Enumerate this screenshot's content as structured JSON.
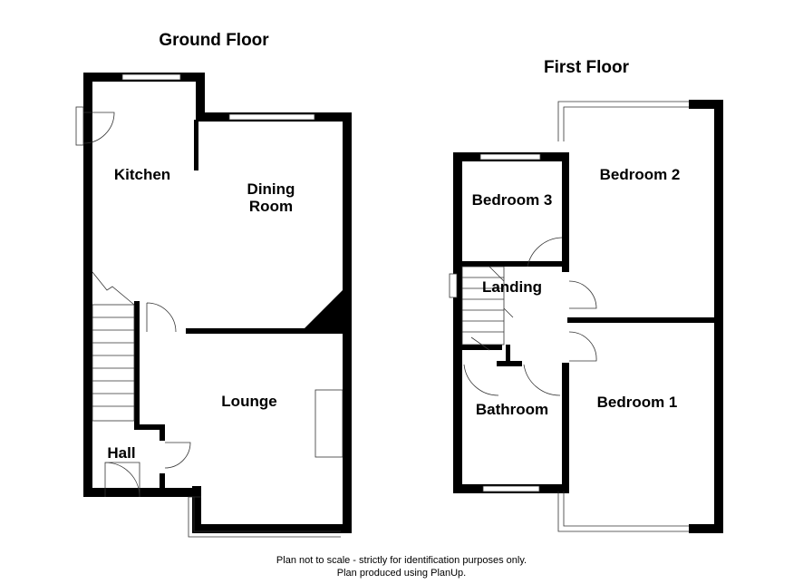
{
  "floors": {
    "ground": {
      "title": "Ground Floor",
      "rooms": {
        "kitchen": "Kitchen",
        "dining_line1": "Dining",
        "dining_line2": "Room",
        "lounge": "Lounge",
        "hall": "Hall"
      }
    },
    "first": {
      "title": "First Floor",
      "rooms": {
        "bedroom3": "Bedroom 3",
        "bedroom2": "Bedroom 2",
        "landing": "Landing",
        "bathroom": "Bathroom",
        "bedroom1": "Bedroom 1"
      }
    }
  },
  "footer": {
    "line1": "Plan not to scale - strictly for identification purposes only.",
    "line2": "Plan produced using PlanUp."
  },
  "colors": {
    "wall": "#000000",
    "background": "#ffffff",
    "fixture": "#333333"
  }
}
